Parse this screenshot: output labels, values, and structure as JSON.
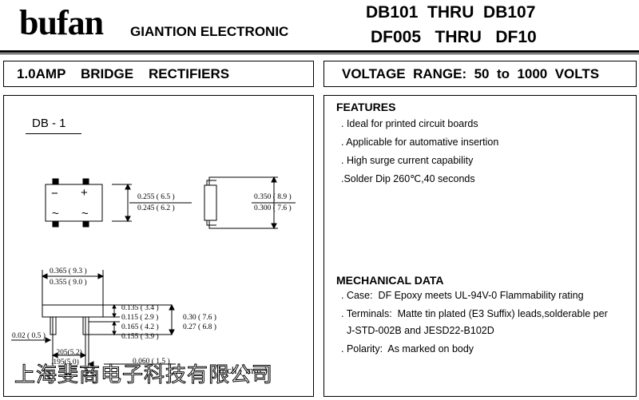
{
  "header": {
    "brand": "bufan",
    "company": "GIANTION ELECTRONIC",
    "part_line1": "DB101  THRU  DB107",
    "part_line2": "DF005   THRU   DF10"
  },
  "banner": {
    "left": "1.0AMP    BRIDGE    RECTIFIERS",
    "right": "VOLTAGE  RANGE:  50  to  1000  VOLTS"
  },
  "package": {
    "label": "DB - 1",
    "pins": [
      "−",
      "+",
      "~",
      "~"
    ],
    "dims": {
      "body_h_max": "0.255 ( 6.5 )",
      "body_h_min": "0.245 ( 6.2 )",
      "side_max": "0.350 ( 8.9 )",
      "side_min": "0.300 ( 7.6 )",
      "width_max": "0.365 ( 9.3 )",
      "width_min": "0.355 ( 9.0 )",
      "t1_max": "0.135 ( 3.4 )",
      "t1_min": "0.115 ( 2.9 )",
      "t2_max": "0.165 ( 4.2 )",
      "t2_min": "0.155 ( 3.9 )",
      "overall_max": "0.30 ( 7.6 )",
      "overall_min": "0.27 ( 6.8 )",
      "lead_thk": "0.02 ( 0.5 )",
      "pitch_max": ".205(5.2)",
      "pitch_min": ".195(5.0)",
      "lead_w": "0.060 ( 1.5 )"
    },
    "units": "inch ( mm )",
    "watermark": "上海斐商电子科技有限公司"
  },
  "features": {
    "title": "FEATURES",
    "items": [
      ". Ideal for printed circuit boards",
      ". Applicable for automative insertion",
      ". High surge current capability",
      ".Solder Dip 260℃,40 seconds"
    ]
  },
  "mechanical": {
    "title": "MECHANICAL  DATA",
    "items": [
      ". Case:  DF Epoxy meets UL-94V-0 Flammability rating",
      ". Terminals:  Matte tin plated (E3 Suffix) leads,solderable per",
      "  J-STD-002B and JESD22-B102D",
      ". Polarity:  As marked on body"
    ]
  }
}
